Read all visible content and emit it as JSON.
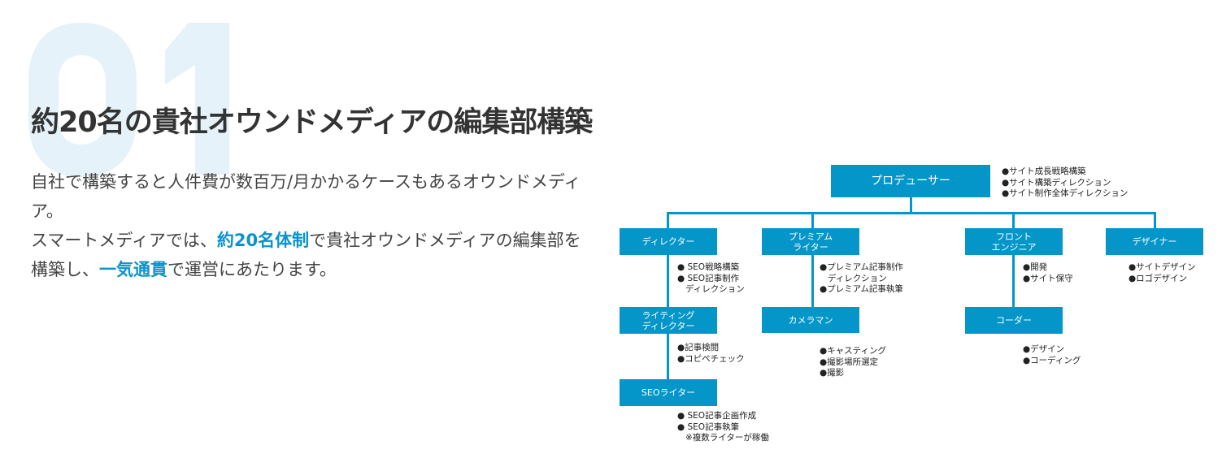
{
  "section_number": "01",
  "title": "約20名の貴社オウンドメディアの編集部構築",
  "body": {
    "line1": "自社で構築すると人件費が数百万/月かかるケースもあるオウンドメディア。",
    "line2_pre": "スマートメディアでは、",
    "line2_hl": "約20名体制",
    "line2_post": "で貴社オウンドメディアの編集部を構築し、",
    "line3_hl": "一気通貫",
    "line3_post": "で運営にあたります。"
  },
  "accent_color": "#0596c9",
  "org": {
    "producer": {
      "label": "プロデューサー",
      "notes": "●サイト成長戦略構築\n●サイト構築ディレクション\n●サイト制作全体ディレクション"
    },
    "director": {
      "label": "ディレクター",
      "notes": "● SEO戦略構築\n● SEO記事制作\n   ディレクション"
    },
    "writing_director": {
      "label": "ライティング\nディレクター",
      "notes": "●記事検閲\n●コピペチェック"
    },
    "seo_writer": {
      "label": "SEOライター",
      "notes": "● SEO記事企画作成\n● SEO記事執筆\n   ※複数ライターが稼働"
    },
    "premium_writer": {
      "label": "プレミアム\nライター",
      "notes": "●プレミアム記事制作\n   ディレクション\n●プレミアム記事執筆"
    },
    "cameraman": {
      "label": "カメラマン",
      "notes": "●キャスティング\n●撮影場所選定\n●撮影"
    },
    "front_engineer": {
      "label": "フロント\nエンジニア",
      "notes": "●開発\n●サイト保守"
    },
    "coder": {
      "label": "コーダー",
      "notes": "●デザイン\n●コーディング"
    },
    "designer": {
      "label": "デザイナー",
      "notes": "●サイトデザイン\n●ロゴデザイン"
    }
  }
}
